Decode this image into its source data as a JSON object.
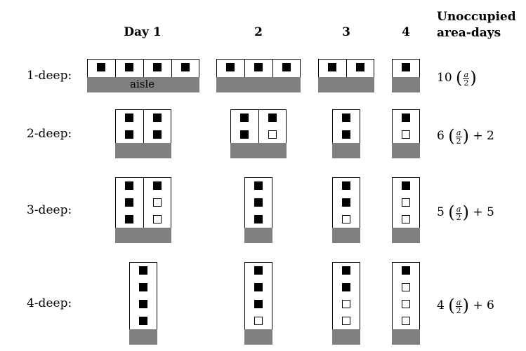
{
  "headers": {
    "columns": [
      "Day 1",
      "2",
      "3",
      "4"
    ],
    "right_line1": "Unoccupied",
    "right_line2": "area-days"
  },
  "aisle_label": "aisle",
  "rows": [
    {
      "label": "1-deep:",
      "formula_coef": "10",
      "formula_tail": "",
      "days": [
        [
          [
            1
          ],
          [
            1
          ],
          [
            1
          ],
          [
            1
          ]
        ],
        [
          [
            1
          ],
          [
            1
          ],
          [
            1
          ]
        ],
        [
          [
            1
          ],
          [
            1
          ]
        ],
        [
          [
            1
          ]
        ]
      ]
    },
    {
      "label": "2-deep:",
      "formula_coef": "6",
      "formula_tail": "+ 2",
      "days": [
        [
          [
            1,
            1
          ],
          [
            1,
            1
          ]
        ],
        [
          [
            1,
            1
          ],
          [
            1,
            0
          ]
        ],
        [
          [
            1,
            1
          ]
        ],
        [
          [
            1,
            0
          ]
        ]
      ]
    },
    {
      "label": "3-deep:",
      "formula_coef": "5",
      "formula_tail": "+ 5",
      "days": [
        [
          [
            1,
            1,
            1
          ],
          [
            1,
            0,
            0
          ]
        ],
        [
          [
            1,
            1,
            1
          ]
        ],
        [
          [
            1,
            1,
            0
          ]
        ],
        [
          [
            1,
            0,
            0
          ]
        ]
      ]
    },
    {
      "label": "4-deep:",
      "formula_coef": "4",
      "formula_tail": "+ 6",
      "days": [
        [
          [
            1,
            1,
            1,
            1
          ]
        ],
        [
          [
            1,
            1,
            1,
            0
          ]
        ],
        [
          [
            1,
            1,
            0,
            0
          ]
        ],
        [
          [
            1,
            0,
            0,
            0
          ]
        ]
      ]
    }
  ],
  "fraction": {
    "numerator": "a",
    "denominator": "2"
  }
}
